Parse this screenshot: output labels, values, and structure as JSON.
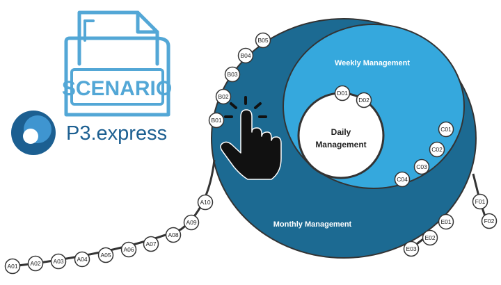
{
  "colors": {
    "monthly": "#1c6a92",
    "weekly": "#35a8dd",
    "daily": "#ffffff",
    "scenario_icon": "#53a7d6",
    "logo_dark": "#1c5f91",
    "logo_light": "#3f95d0",
    "line": "#333333"
  },
  "icons": {
    "scenario": "folder-document-icon",
    "logo": "p3express-logo-icon",
    "hand": "tap-hand-icon"
  },
  "scenario": {
    "label": "SCENARIO"
  },
  "brand": {
    "name": "P3.express"
  },
  "cycles": {
    "monthly": {
      "label": "Monthly Management"
    },
    "weekly": {
      "label": "Weekly Management"
    },
    "daily": {
      "label_line1": "Daily",
      "label_line2": "Management"
    }
  },
  "groups": {
    "A": [
      "A01",
      "A02",
      "A03",
      "A04",
      "A05",
      "A06",
      "A07",
      "A08",
      "A09",
      "A10"
    ],
    "B": [
      "B01",
      "B02",
      "B03",
      "B04",
      "B05"
    ],
    "C": [
      "C01",
      "C02",
      "C03",
      "C04"
    ],
    "D": [
      "D01",
      "D02"
    ],
    "E": [
      "E01",
      "E02",
      "E03"
    ],
    "F": [
      "F01",
      "F02"
    ]
  }
}
